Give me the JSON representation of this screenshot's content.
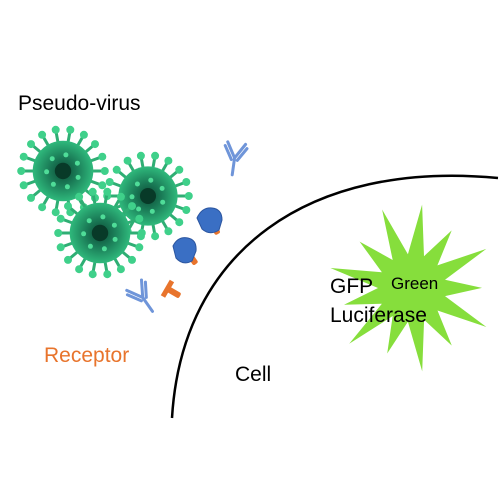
{
  "labels": {
    "pseudo_virus": "Pseudo-virus",
    "receptor": "Receptor",
    "cell": "Cell",
    "gfp": "GFP",
    "luciferase": "Luciferase",
    "green": "Green"
  },
  "colors": {
    "receptor_label": "#e8742c",
    "receptor": "#e8742c",
    "spike_protein": "#3a6fc4",
    "antibody": "#6f95d9",
    "virus_body": "#1f8a62",
    "virus_spikes": "#3fd08a",
    "green_burst": "#86de3c",
    "cell_membrane": "#000000"
  },
  "icons": {
    "virus": "coronavirus-icon",
    "antibody": "antibody-icon",
    "spike": "spike-protein-icon",
    "receptor": "receptor-icon",
    "burst": "starburst-icon"
  }
}
